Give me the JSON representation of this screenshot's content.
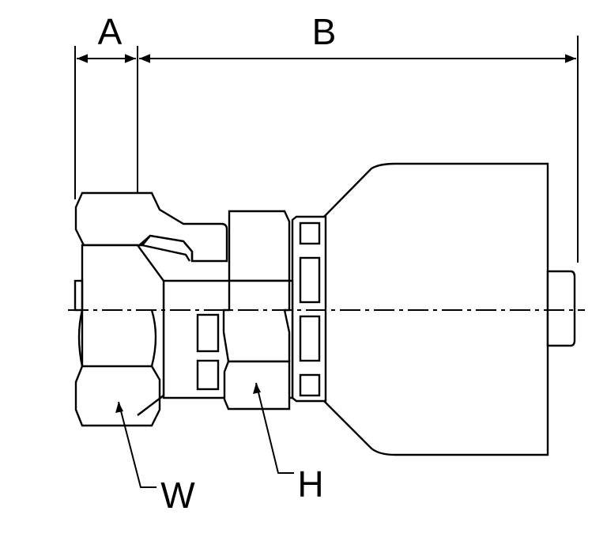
{
  "diagram": {
    "labels": {
      "dim_a": "A",
      "dim_b": "B",
      "callout_w": "W",
      "callout_h": "H"
    },
    "colors": {
      "line": "#000000",
      "background": "#ffffff"
    }
  }
}
